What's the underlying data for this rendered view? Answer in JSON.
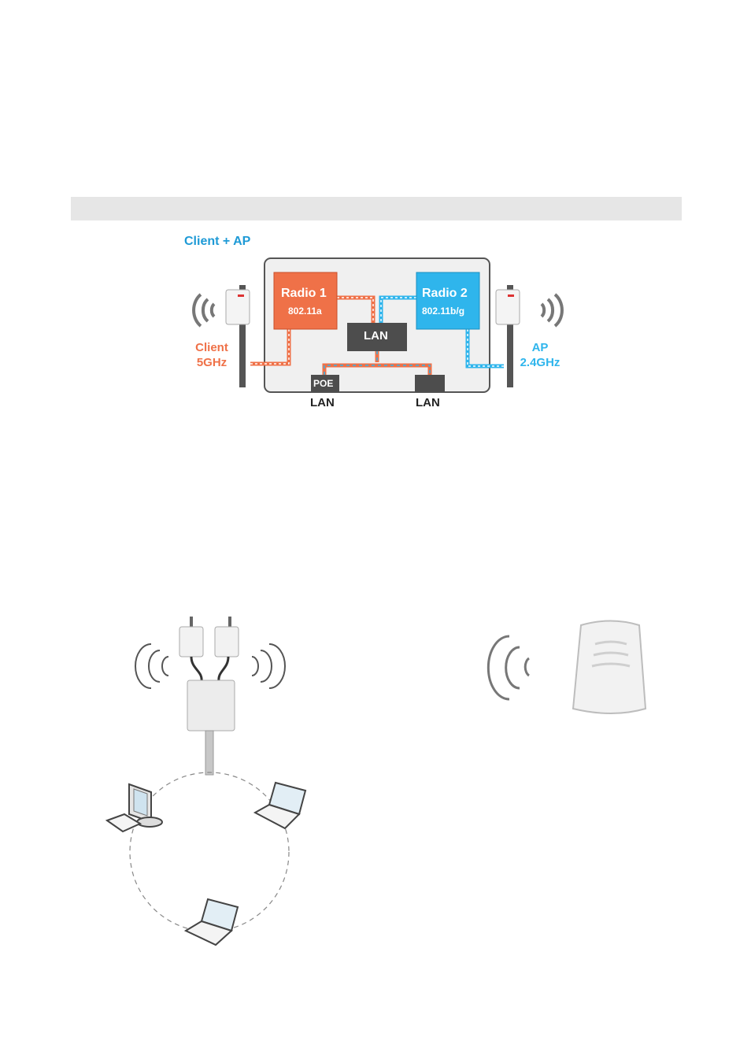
{
  "colors": {
    "client_orange": "#ef7148",
    "ap_blue": "#2fb5ec",
    "title_blue": "#1e9ad6",
    "dark_box": "#4d4d4d",
    "panel_gray": "#f0f0f0"
  },
  "diagram": {
    "title": "Client + AP",
    "radio1": {
      "name": "Radio 1",
      "standard": "802.11a"
    },
    "radio2": {
      "name": "Radio 2",
      "standard": "802.11b/g"
    },
    "lan_center": "LAN",
    "poe": "POE",
    "port_left_label": "LAN",
    "port_right_label": "LAN",
    "client_side": {
      "line1": "Client",
      "line2": "5GHz"
    },
    "ap_side": {
      "line1": "AP",
      "line2": "2.4GHz"
    }
  },
  "icons": [
    "wifi-waves-left-icon",
    "antenna-left-icon",
    "antenna-right-icon",
    "wifi-waves-right-icon",
    "dual-antenna-unit-icon",
    "desktop-computer-icon",
    "laptop-icon",
    "router-icon"
  ]
}
